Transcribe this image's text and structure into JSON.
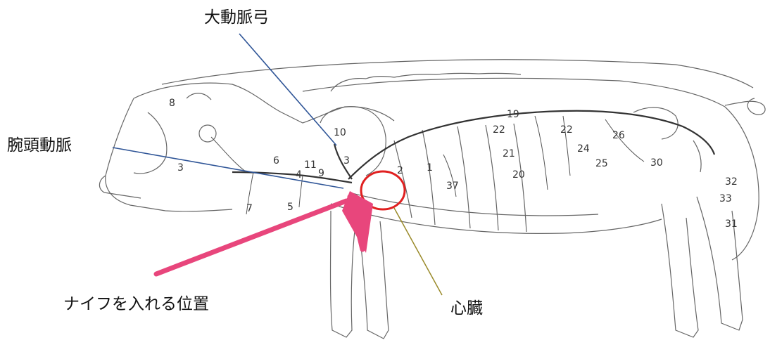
{
  "title_labels": {
    "aortic_arch": "大動脈弓",
    "brachiocephalic": "腕頭動脈",
    "knife_position": "ナイフを入れる位置",
    "heart": "心臓"
  },
  "diagram_numbers": [
    "8",
    "3",
    "6",
    "9",
    "11",
    "4",
    "7",
    "5",
    "10",
    "3",
    "2",
    "1",
    "37",
    "19",
    "22",
    "21",
    "20",
    "22",
    "24",
    "26",
    "25",
    "30",
    "32",
    "33",
    "31"
  ],
  "colors": {
    "leader_line_blue": "#2f5597",
    "knife_arrow": "#e8467c",
    "heart_circle": "#e02020",
    "heart_leader": "#9a8a2a",
    "sketch_line": "#555555"
  },
  "icons": [
    "pig-anatomy-sketch",
    "knife-arrow",
    "heart-circle"
  ]
}
